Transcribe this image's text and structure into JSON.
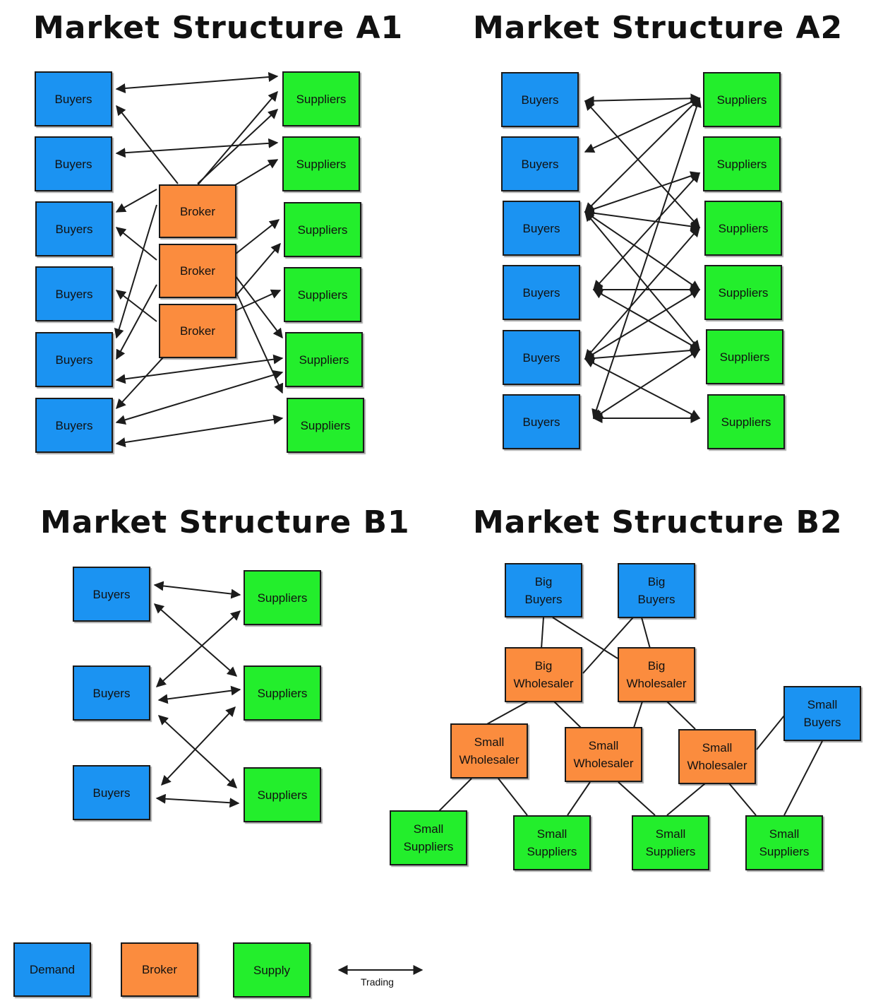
{
  "titles": {
    "a1": "Market Structure A1",
    "a2": "Market Structure A2",
    "b1": "Market Structure B1",
    "b2": "Market Structure B2"
  },
  "a1": {
    "buyers": [
      "Buyers",
      "Buyers",
      "Buyers",
      "Buyers",
      "Buyers",
      "Buyers"
    ],
    "brokers": [
      "Broker",
      "Broker",
      "Broker"
    ],
    "suppliers": [
      "Suppliers",
      "Suppliers",
      "Suppliers",
      "Suppliers",
      "Suppliers",
      "Suppliers"
    ]
  },
  "a2": {
    "buyers": [
      "Buyers",
      "Buyers",
      "Buyers",
      "Buyers",
      "Buyers",
      "Buyers"
    ],
    "suppliers": [
      "Suppliers",
      "Suppliers",
      "Suppliers",
      "Suppliers",
      "Suppliers",
      "Suppliers"
    ]
  },
  "b1": {
    "buyers": [
      "Buyers",
      "Buyers",
      "Buyers"
    ],
    "suppliers": [
      "Suppliers",
      "Suppliers",
      "Suppliers"
    ]
  },
  "b2": {
    "big_buyers": [
      "Big\nBuyers",
      "Big\nBuyers"
    ],
    "big_wholesalers": [
      "Big\nWholesaler",
      "Big\nWholesaler"
    ],
    "small_wholesalers": [
      "Small\nWholesaler",
      "Small\nWholesaler",
      "Small\nWholesaler"
    ],
    "small_buyers": "Small\nBuyers",
    "small_suppliers": [
      "Small\nSuppliers",
      "Small\nSuppliers",
      "Small\nSuppliers",
      "Small\nSuppliers"
    ]
  },
  "legend": {
    "demand": "Demand",
    "broker": "Broker",
    "supply": "Supply",
    "trading": "Trading"
  },
  "colors": {
    "demand": "#1b93f2",
    "broker": "#fb8c3e",
    "supply": "#23ee2c",
    "line": "#1c1c1c"
  }
}
